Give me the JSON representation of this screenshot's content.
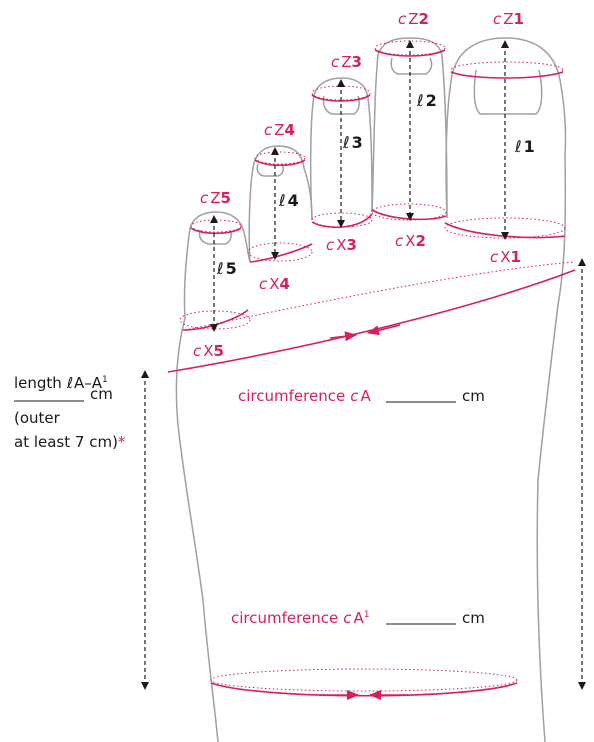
{
  "colors": {
    "accent": "#d81e5b",
    "outline": "#a0a0a0",
    "text": "#1a1a1a"
  },
  "toes": [
    {
      "cz": "cZ1",
      "cx": "cX1",
      "len": "ℓ1",
      "cz_prefix": "c",
      "cz_letter": "Z",
      "cz_num": "1",
      "cx_prefix": "c",
      "cx_letter": "X",
      "cx_num": "1",
      "len_prefix": "ℓ",
      "len_num": "1"
    },
    {
      "cz_prefix": "c",
      "cz_letter": "Z",
      "cz_num": "2",
      "cx_prefix": "c",
      "cx_letter": "X",
      "cx_num": "2",
      "len_prefix": "ℓ",
      "len_num": "2"
    },
    {
      "cz_prefix": "c",
      "cz_letter": "Z",
      "cz_num": "3",
      "cx_prefix": "c",
      "cx_letter": "X",
      "cx_num": "3",
      "len_prefix": "ℓ",
      "len_num": "3"
    },
    {
      "cz_prefix": "c",
      "cz_letter": "Z",
      "cz_num": "4",
      "cx_prefix": "c",
      "cx_letter": "X",
      "cx_num": "4",
      "len_prefix": "ℓ",
      "len_num": "4"
    },
    {
      "cz_prefix": "c",
      "cz_letter": "Z",
      "cz_num": "5",
      "cx_prefix": "c",
      "cx_letter": "X",
      "cx_num": "5",
      "len_prefix": "ℓ",
      "len_num": "5"
    }
  ],
  "circumference_a": {
    "word": "circumference",
    "prefix": "c",
    "letter": "A",
    "unit": "cm"
  },
  "circumference_a1": {
    "word": "circumference",
    "prefix": "c",
    "letter": "A",
    "sup": "1",
    "unit": "cm"
  },
  "length_note": {
    "line1_word": "length",
    "line1_prefix": "ℓ",
    "line1_rest": "A–A",
    "line1_sup": "1",
    "unit": "cm",
    "line3": "(outer",
    "line4": "at least 7 cm)",
    "asterisk": "*"
  }
}
